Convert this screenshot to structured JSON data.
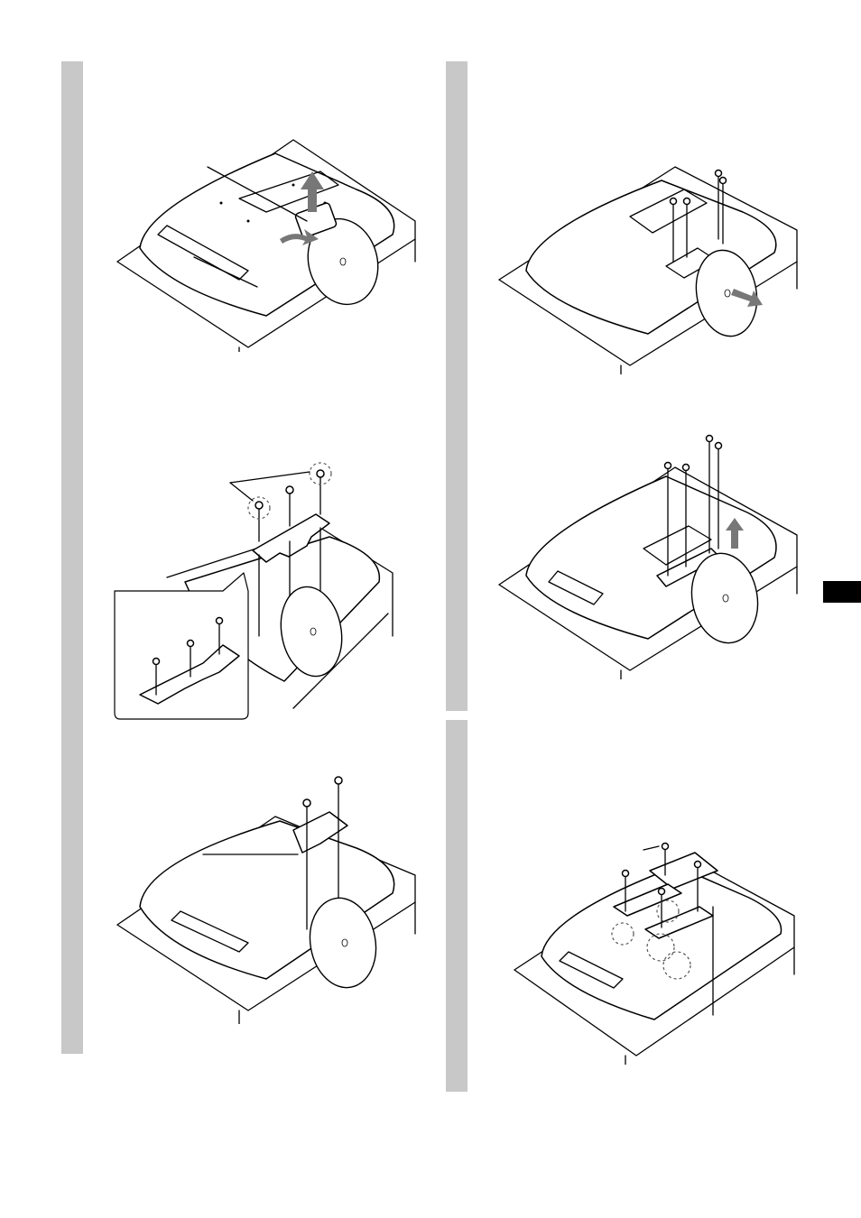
{
  "page": {
    "background": "#ffffff",
    "bar_color": "#c8c8c8",
    "tab_color": "#000000"
  },
  "figures": [
    {
      "id": "fig-1",
      "description_icon": "tv-rear-lift-cover"
    },
    {
      "id": "fig-2",
      "description_icon": "tv-bracket-screws"
    },
    {
      "id": "fig-3",
      "description_icon": "tv-bracket-attached"
    },
    {
      "id": "fig-4",
      "description_icon": "tv-stand-remove-screws"
    },
    {
      "id": "fig-5",
      "description_icon": "tv-stand-lift"
    },
    {
      "id": "fig-6",
      "description_icon": "tv-wall-brackets"
    }
  ],
  "colors": {
    "arrow": "#777777",
    "line": "#000000"
  }
}
